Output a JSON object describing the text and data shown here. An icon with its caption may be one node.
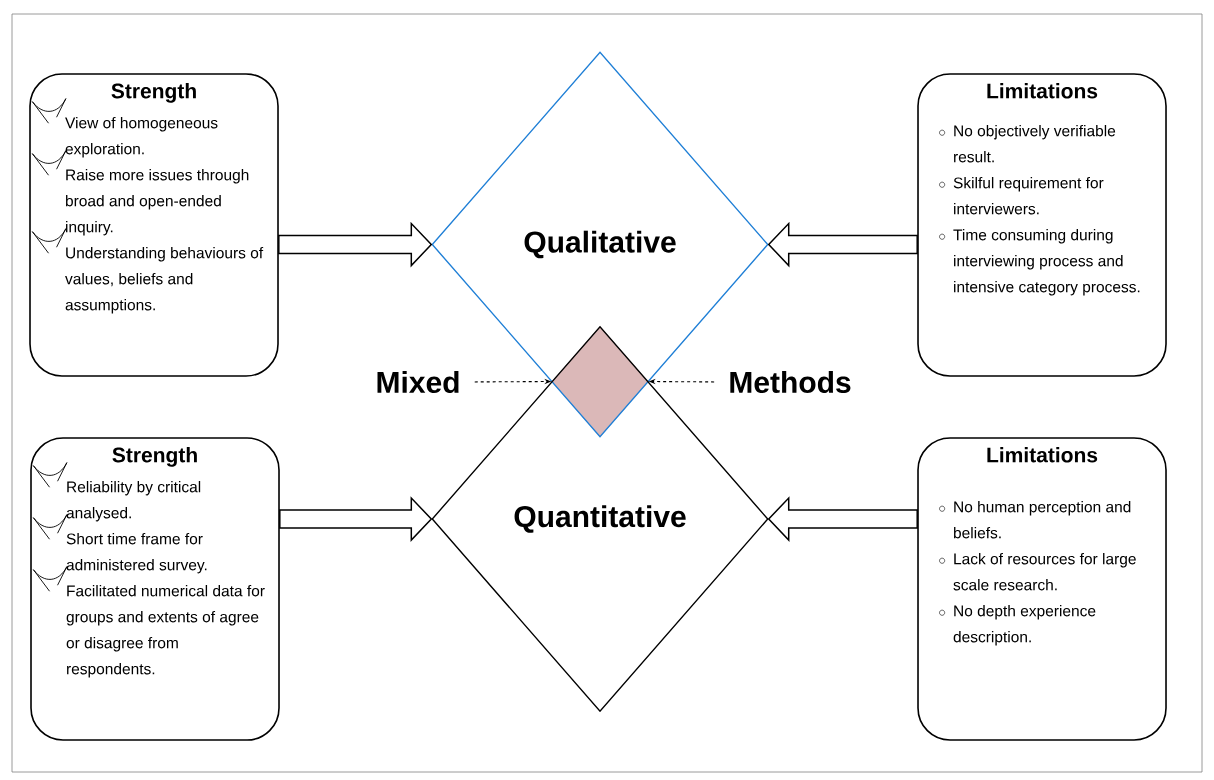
{
  "diagram": {
    "nodes": [
      {
        "text": [
          "Strength",
          "View of homogeneous exploration.",
          "Raise more issues through broad and open-ended inquiry.",
          "Understanding behaviours of values, beliefs and assumptions."
        ]
      },
      {
        "text": [
          "Qualitative"
        ]
      },
      {
        "text": [
          "Limitations",
          "No objectively verifiable result.",
          "Skilful requirement for interviewers.",
          "Time consuming during interviewing process and intensive category process."
        ]
      },
      {
        "text": [
          "Mixed"
        ]
      },
      {
        "text": [],
        "shape": "diamond"
      },
      {
        "text": [
          "Methods"
        ]
      },
      {
        "text": [
          "Strength",
          "Reliability by critical analysed.",
          "Short time frame for administered survey.",
          "Facilitated numerical data for groups and extents of agree or disagree from respondents."
        ]
      },
      {
        "text": [
          "Quantitative"
        ]
      },
      {
        "text": [
          "Limitations",
          "No human perception and beliefs.",
          "Lack of resources for large scale research.",
          "No depth experience description."
        ]
      }
    ],
    "edges": [
      {
        "from": 0,
        "to": 1,
        "arrow": "to"
      },
      {
        "from": 2,
        "to": 1,
        "arrow": "to"
      },
      {
        "from": 3,
        "to": 4,
        "arrow": "to",
        "style": "dashed"
      },
      {
        "from": 5,
        "to": 4,
        "arrow": "to",
        "style": "dashed"
      },
      {
        "from": 6,
        "to": 7,
        "arrow": "to"
      },
      {
        "from": 8,
        "to": 7,
        "arrow": "to"
      }
    ]
  }
}
